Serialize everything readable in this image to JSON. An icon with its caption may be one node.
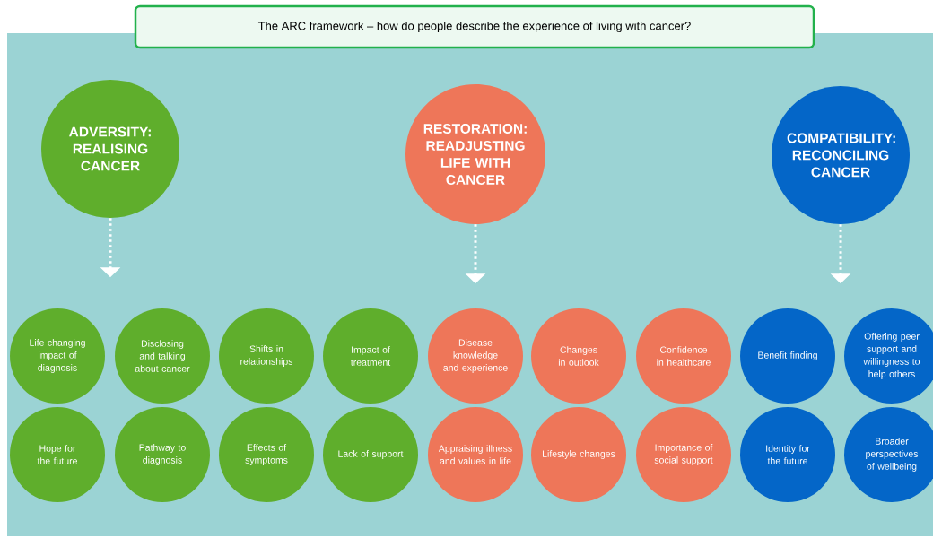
{
  "diagram": {
    "title": "The ARC framework – how do people describe the experience of living with cancer?",
    "nodes": [
      {
        "text": [
          "ADVERSITY: REALISING CANCER"
        ]
      },
      {
        "text": [
          "RESTORATION: READJUSTING LIFE WITH CANCER"
        ]
      },
      {
        "text": [
          "COMPATIBILITY: RECONCILING CANCER"
        ]
      },
      {
        "text": [
          "Life changing impact of diagnosis"
        ]
      },
      {
        "text": [
          "Disclosing and talking about cancer"
        ]
      },
      {
        "text": [
          "Shifts in relationships"
        ]
      },
      {
        "text": [
          "Impact of treatment"
        ]
      },
      {
        "text": [
          "Disease knowledge and experience"
        ]
      },
      {
        "text": [
          "Changes in outlook"
        ]
      },
      {
        "text": [
          "Confidence in healthcare"
        ]
      },
      {
        "text": [
          "Benefit finding"
        ]
      },
      {
        "text": [
          "Offering peer support and willingness to help others"
        ]
      },
      {
        "text": [
          "Hope for the future"
        ]
      },
      {
        "text": [
          "Pathway to diagnosis"
        ]
      },
      {
        "text": [
          "Effects of symptoms"
        ]
      },
      {
        "text": [
          "Lack of support"
        ]
      },
      {
        "text": [
          "Appraising illness and values in life"
        ]
      },
      {
        "text": [
          "Lifestyle changes"
        ]
      },
      {
        "text": [
          "Importance of social support"
        ]
      },
      {
        "text": [
          "Identity for the future"
        ]
      },
      {
        "text": [
          "Broader perspectives of wellbeing"
        ]
      }
    ],
    "edges": [
      {
        "from": 0,
        "to": null,
        "arrow": "to",
        "style": "dashed"
      },
      {
        "from": 1,
        "to": null,
        "arrow": "to",
        "style": "dashed"
      },
      {
        "from": 2,
        "to": null,
        "arrow": "to",
        "style": "dashed"
      }
    ]
  }
}
